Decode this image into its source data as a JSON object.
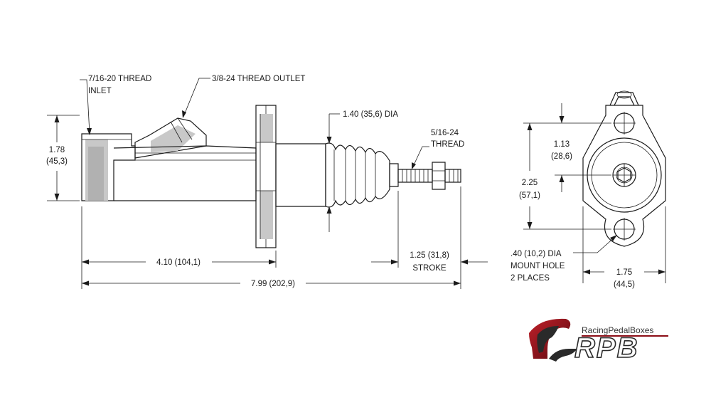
{
  "labels": {
    "inlet_thread_line1": "7/16-20 THREAD",
    "inlet_thread_line2": "INLET",
    "outlet_thread": "3/8-24 THREAD OUTLET",
    "boot_dia": "1.40 (35,6) DIA",
    "rod_thread_line1": "5/16-24",
    "rod_thread_line2": "THREAD",
    "height_in": "1.78",
    "height_mm": "(45,3)",
    "body_len": "4.10 (104,1)",
    "stroke_val": "1.25 (31,8)",
    "stroke_label": "STROKE",
    "overall_len": "7.99 (202,9)",
    "upper_hole_in": "1.13",
    "upper_hole_mm": "(28,6)",
    "hole_spacing_in": "2.25",
    "hole_spacing_mm": "(57,1)",
    "mount_hole_line1": ".40 (10,2) DIA",
    "mount_hole_line2": "MOUNT HOLE",
    "mount_hole_line3": "2 PLACES",
    "flange_width_in": "1.75",
    "flange_width_mm": "(44,5)"
  },
  "brand": {
    "name": "RacingPedalBoxes",
    "logo_text": "RPB",
    "logo_icon": "swoosh-emblem-icon",
    "accent_color": "#8b0d16",
    "dark_color": "#2a2a2a"
  }
}
